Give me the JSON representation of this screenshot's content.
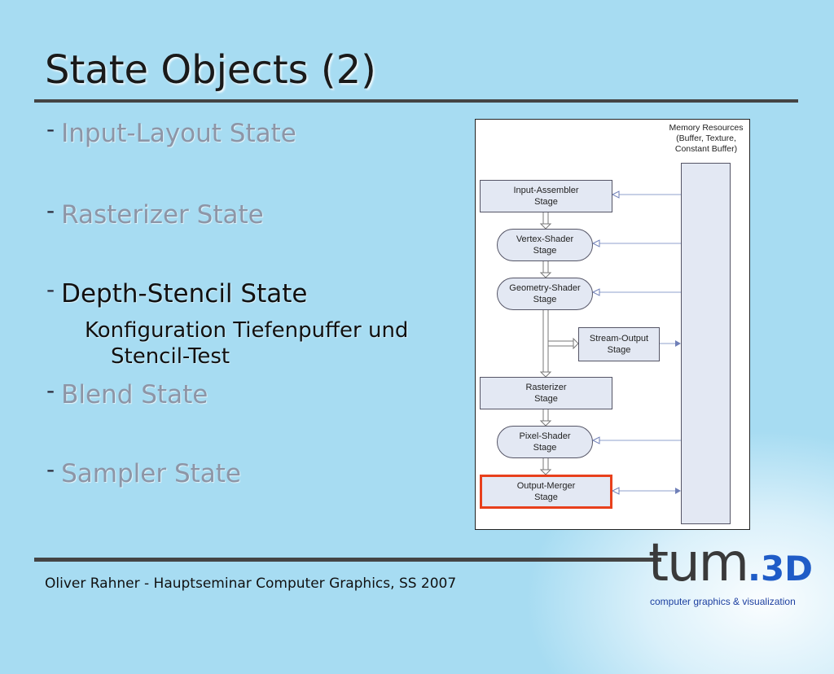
{
  "slide": {
    "title": "State Objects (2)",
    "bullets": [
      {
        "label": "Input-Layout State",
        "state": "dimmed"
      },
      {
        "label": "Rasterizer State",
        "state": "dimmed"
      },
      {
        "label": "Depth-Stencil State",
        "state": "active",
        "sub": "Konfiguration Tiefenpuffer und Stencil-Test"
      },
      {
        "label": "Blend State",
        "state": "dimmed"
      },
      {
        "label": "Sampler State",
        "state": "dimmed"
      }
    ],
    "bullet_marker": "-"
  },
  "diagram": {
    "memory": {
      "line1": "Memory Resources",
      "line2": "(Buffer, Texture,",
      "line3": "Constant Buffer)"
    },
    "stages": [
      {
        "line1": "Input-Assembler",
        "line2": "Stage"
      },
      {
        "line1": "Vertex-Shader",
        "line2": "Stage"
      },
      {
        "line1": "Geometry-Shader",
        "line2": "Stage"
      },
      {
        "line1": "Stream-Output",
        "line2": "Stage"
      },
      {
        "line1": "Rasterizer",
        "line2": "Stage"
      },
      {
        "line1": "Pixel-Shader",
        "line2": "Stage"
      },
      {
        "line1": "Output-Merger",
        "line2": "Stage"
      }
    ],
    "highlighted_stage": "Output-Merger",
    "highlight_color": "#e8401c"
  },
  "footer": {
    "text": "Oliver Rahner - Hauptseminar Computer Graphics, SS 2007"
  },
  "logo": {
    "word": "tum",
    "suffix": ".3D",
    "tagline": "computer graphics & visualization"
  },
  "colors": {
    "background": "#a7dcf2",
    "dimmed_text": "#8d95a6",
    "logo_blue": "#1f5cc7"
  }
}
